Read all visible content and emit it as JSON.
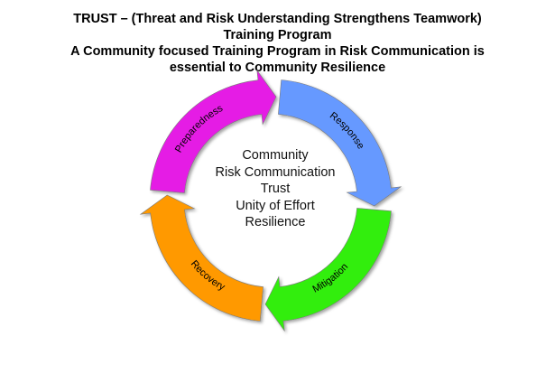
{
  "header": {
    "line1": "TRUST – (Threat and Risk Understanding Strengthens Teamwork)",
    "line2": "Training Program",
    "line3": "A Community focused Training Program in Risk Communication is",
    "line4": "essential to Community Resilience"
  },
  "cycle": {
    "segments": [
      {
        "label": "Preparedness",
        "color": "#e51ee5"
      },
      {
        "label": "Response",
        "color": "#6699ff"
      },
      {
        "label": "Mitigation",
        "color": "#33ee11"
      },
      {
        "label": "Recovery",
        "color": "#ff9900"
      }
    ]
  },
  "center": {
    "lines": [
      "Community",
      "Risk Communication",
      "Trust",
      "Unity of Effort",
      "Resilience"
    ]
  }
}
